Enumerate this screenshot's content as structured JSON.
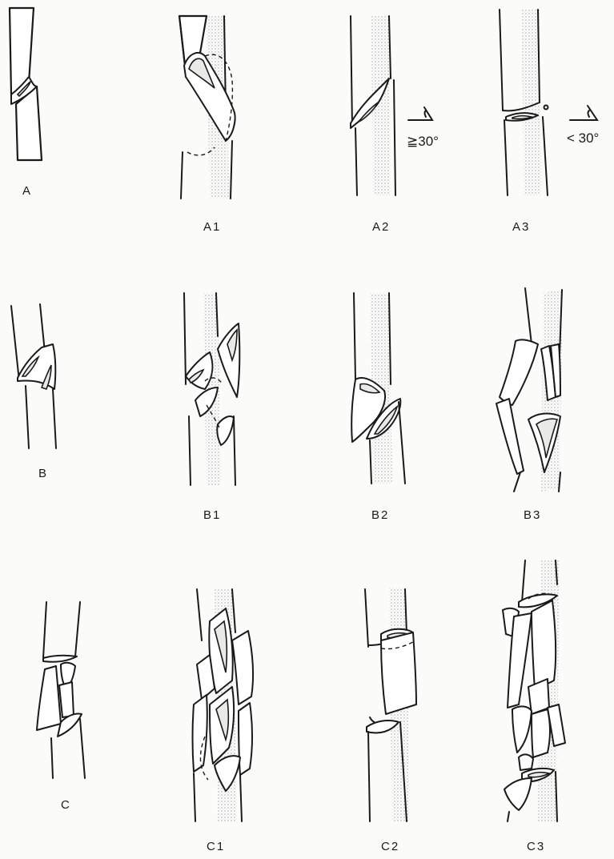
{
  "labels": {
    "A": "A",
    "A1": "A1",
    "A2": "A2",
    "A3": "A3",
    "B": "B",
    "B1": "B1",
    "B2": "B2",
    "B3": "B3",
    "C": "C",
    "C1": "C1",
    "C2": "C2",
    "C3": "C3"
  },
  "angles": {
    "a2": "≧30°",
    "a3": "< 30°"
  }
}
